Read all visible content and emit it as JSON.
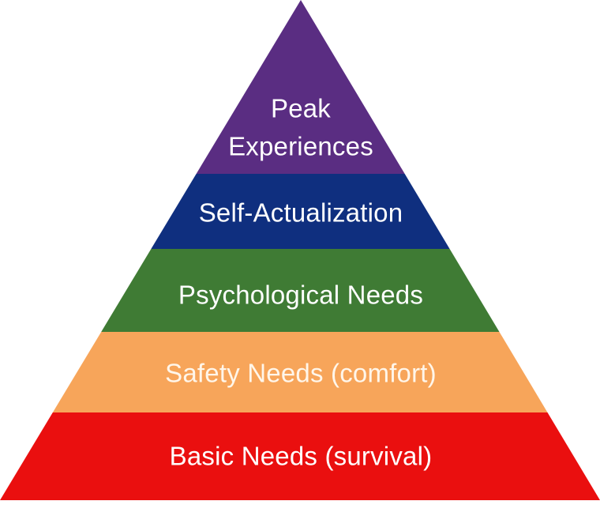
{
  "diagram": {
    "type": "pyramid",
    "tiers": [
      {
        "id": "peak",
        "lines": [
          "Peak",
          "Experiences"
        ],
        "fill": "#5a2d82",
        "text_color": "#ffffff"
      },
      {
        "id": "self-actualization",
        "lines": [
          "Self-Actualization"
        ],
        "fill": "#0f2f7f",
        "text_color": "#ffffff"
      },
      {
        "id": "psychological",
        "lines": [
          "Psychological Needs"
        ],
        "fill": "#3f7b34",
        "text_color": "#ffffff"
      },
      {
        "id": "safety",
        "lines": [
          "Safety Needs (comfort)"
        ],
        "fill": "#f7a55a",
        "text_color": "#fff6ea"
      },
      {
        "id": "basic",
        "lines": [
          "Basic Needs (survival)"
        ],
        "fill": "#ea0f0f",
        "text_color": "#ffffff"
      }
    ]
  }
}
